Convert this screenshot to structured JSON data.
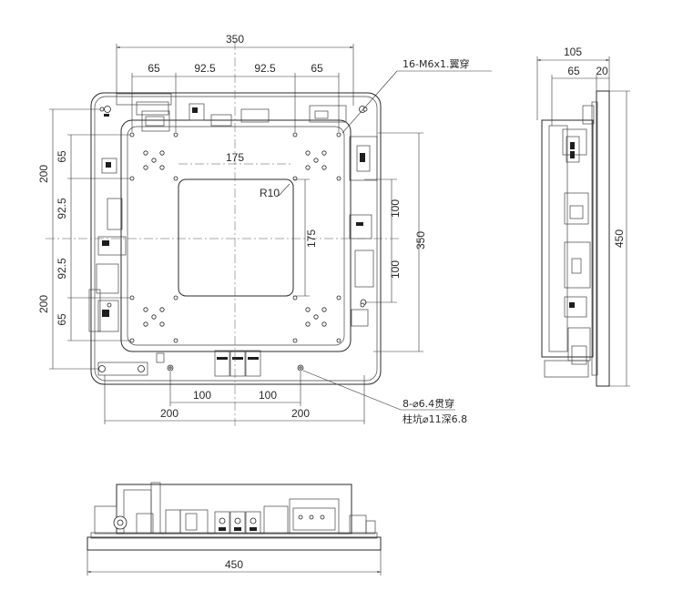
{
  "front_view": {
    "dims": {
      "top_overall": "350",
      "top_65_left": "65",
      "top_925_left": "92.5",
      "top_925_right": "92.5",
      "top_65_right": "65",
      "inner_width": "175",
      "inner_height": "175",
      "radius": "R10",
      "left_200_top": "200",
      "left_65_top": "65",
      "left_925_top": "92.5",
      "left_925_bottom": "92.5",
      "left_65_bottom": "65",
      "left_200_bottom": "200",
      "right_100_top": "100",
      "right_100_bottom": "100",
      "right_350": "350",
      "bottom_100_left": "100",
      "bottom_100_right": "100",
      "bottom_200_left": "200",
      "bottom_200_right": "200"
    },
    "notes": {
      "thread_callout": "16-M6x1.翼穿",
      "hole_callout_line1": "8-⌀6.4贯穿",
      "hole_callout_line2": "柱坑⌀11深6.8"
    }
  },
  "side_view": {
    "dims": {
      "overall_depth": "105",
      "depth_65": "65",
      "depth_20": "20",
      "height_450": "450"
    }
  },
  "bottom_view": {
    "dims": {
      "width_450": "450"
    }
  }
}
